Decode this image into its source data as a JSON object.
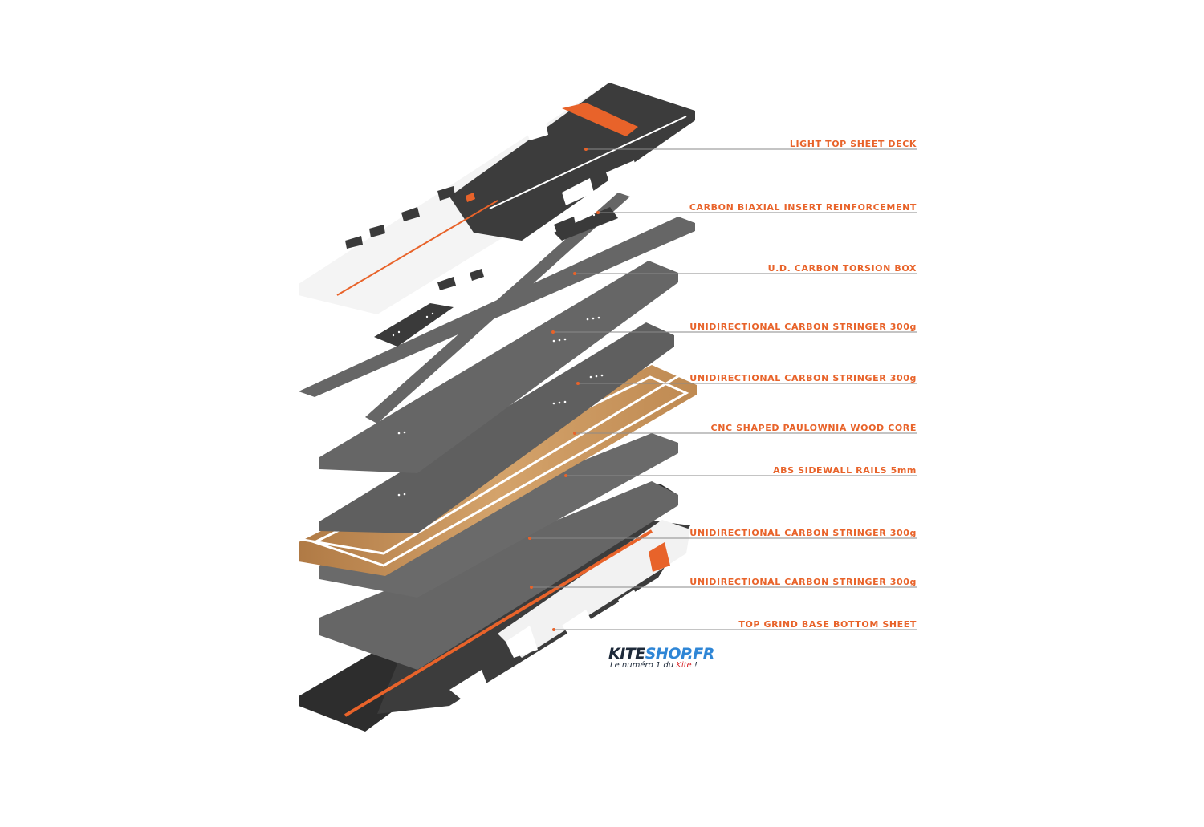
{
  "colors": {
    "accent": "#e8632a",
    "carbon": "#666666",
    "carbon_dark": "#3a3a3a",
    "wood": "#c9955c",
    "leader_line": "#8a8a8a"
  },
  "layers": [
    {
      "id": "top-sheet",
      "label": "LIGHT TOP SHEET DECK"
    },
    {
      "id": "carbon-biaxial",
      "label": "CARBON BIAXIAL INSERT REINFORCEMENT"
    },
    {
      "id": "torsion-box",
      "label": "U.D. CARBON TORSION BOX"
    },
    {
      "id": "stringer-1",
      "label": "UNIDIRECTIONAL CARBON STRINGER 300g"
    },
    {
      "id": "stringer-2",
      "label": "UNIDIRECTIONAL CARBON STRINGER 300g"
    },
    {
      "id": "wood-core",
      "label": "CNC SHAPED PAULOWNIA WOOD CORE"
    },
    {
      "id": "sidewall",
      "label": "ABS SIDEWALL RAILS 5mm"
    },
    {
      "id": "stringer-3",
      "label": "UNIDIRECTIONAL CARBON STRINGER 300g"
    },
    {
      "id": "stringer-4",
      "label": "UNIDIRECTIONAL CARBON STRINGER 300g"
    },
    {
      "id": "base",
      "label": "TOP GRIND BASE BOTTOM SHEET"
    }
  ],
  "brand": {
    "name_part1": "KITE",
    "name_part2": "SHOP.FR",
    "tagline_prefix": "Le numéro 1 du ",
    "tagline_highlight": "Kite",
    "tagline_suffix": " !",
    "color_dark": "#1e2a3a",
    "color_blue": "#2f86d6",
    "color_red": "#d8262a"
  }
}
